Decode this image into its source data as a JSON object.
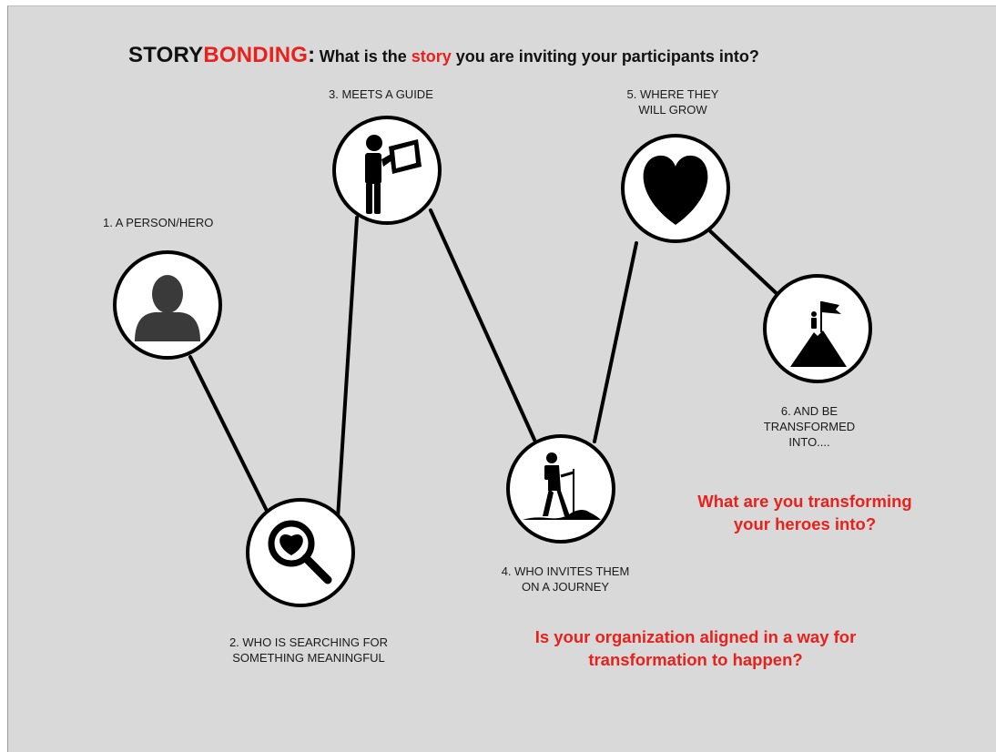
{
  "title": {
    "part1": "STORY",
    "part2": "BONDING",
    "part3": ":",
    "question_pre": "What is the ",
    "question_highlight": "story",
    "question_post": " you are inviting your participants into?"
  },
  "steps": [
    {
      "label": "1. A PERSON/HERO",
      "icon": "person-icon"
    },
    {
      "label_line1": "2. WHO IS SEARCHING FOR",
      "label_line2": "SOMETHING MEANINGFUL",
      "icon": "search-heart-icon"
    },
    {
      "label": "3. MEETS A GUIDE",
      "icon": "guide-reading-icon"
    },
    {
      "label_line1": "4. WHO INVITES THEM",
      "label_line2": "ON A JOURNEY",
      "icon": "hiker-icon"
    },
    {
      "label_line1": "5. WHERE THEY",
      "label_line2": "WILL GROW",
      "icon": "heart-icon"
    },
    {
      "label_line1": "6. AND BE",
      "label_line2": "TRANSFORMED",
      "label_line3": "INTO....",
      "icon": "mountain-flag-icon"
    }
  ],
  "questions": {
    "transform_line1": "What are you transforming",
    "transform_line2": "your heroes into?",
    "aligned_line1": "Is your organization aligned in a way for",
    "aligned_line2": "transformation to happen?"
  },
  "colors": {
    "background": "#d9d9d9",
    "accent_red": "#e8211c",
    "ink": "#000000"
  }
}
